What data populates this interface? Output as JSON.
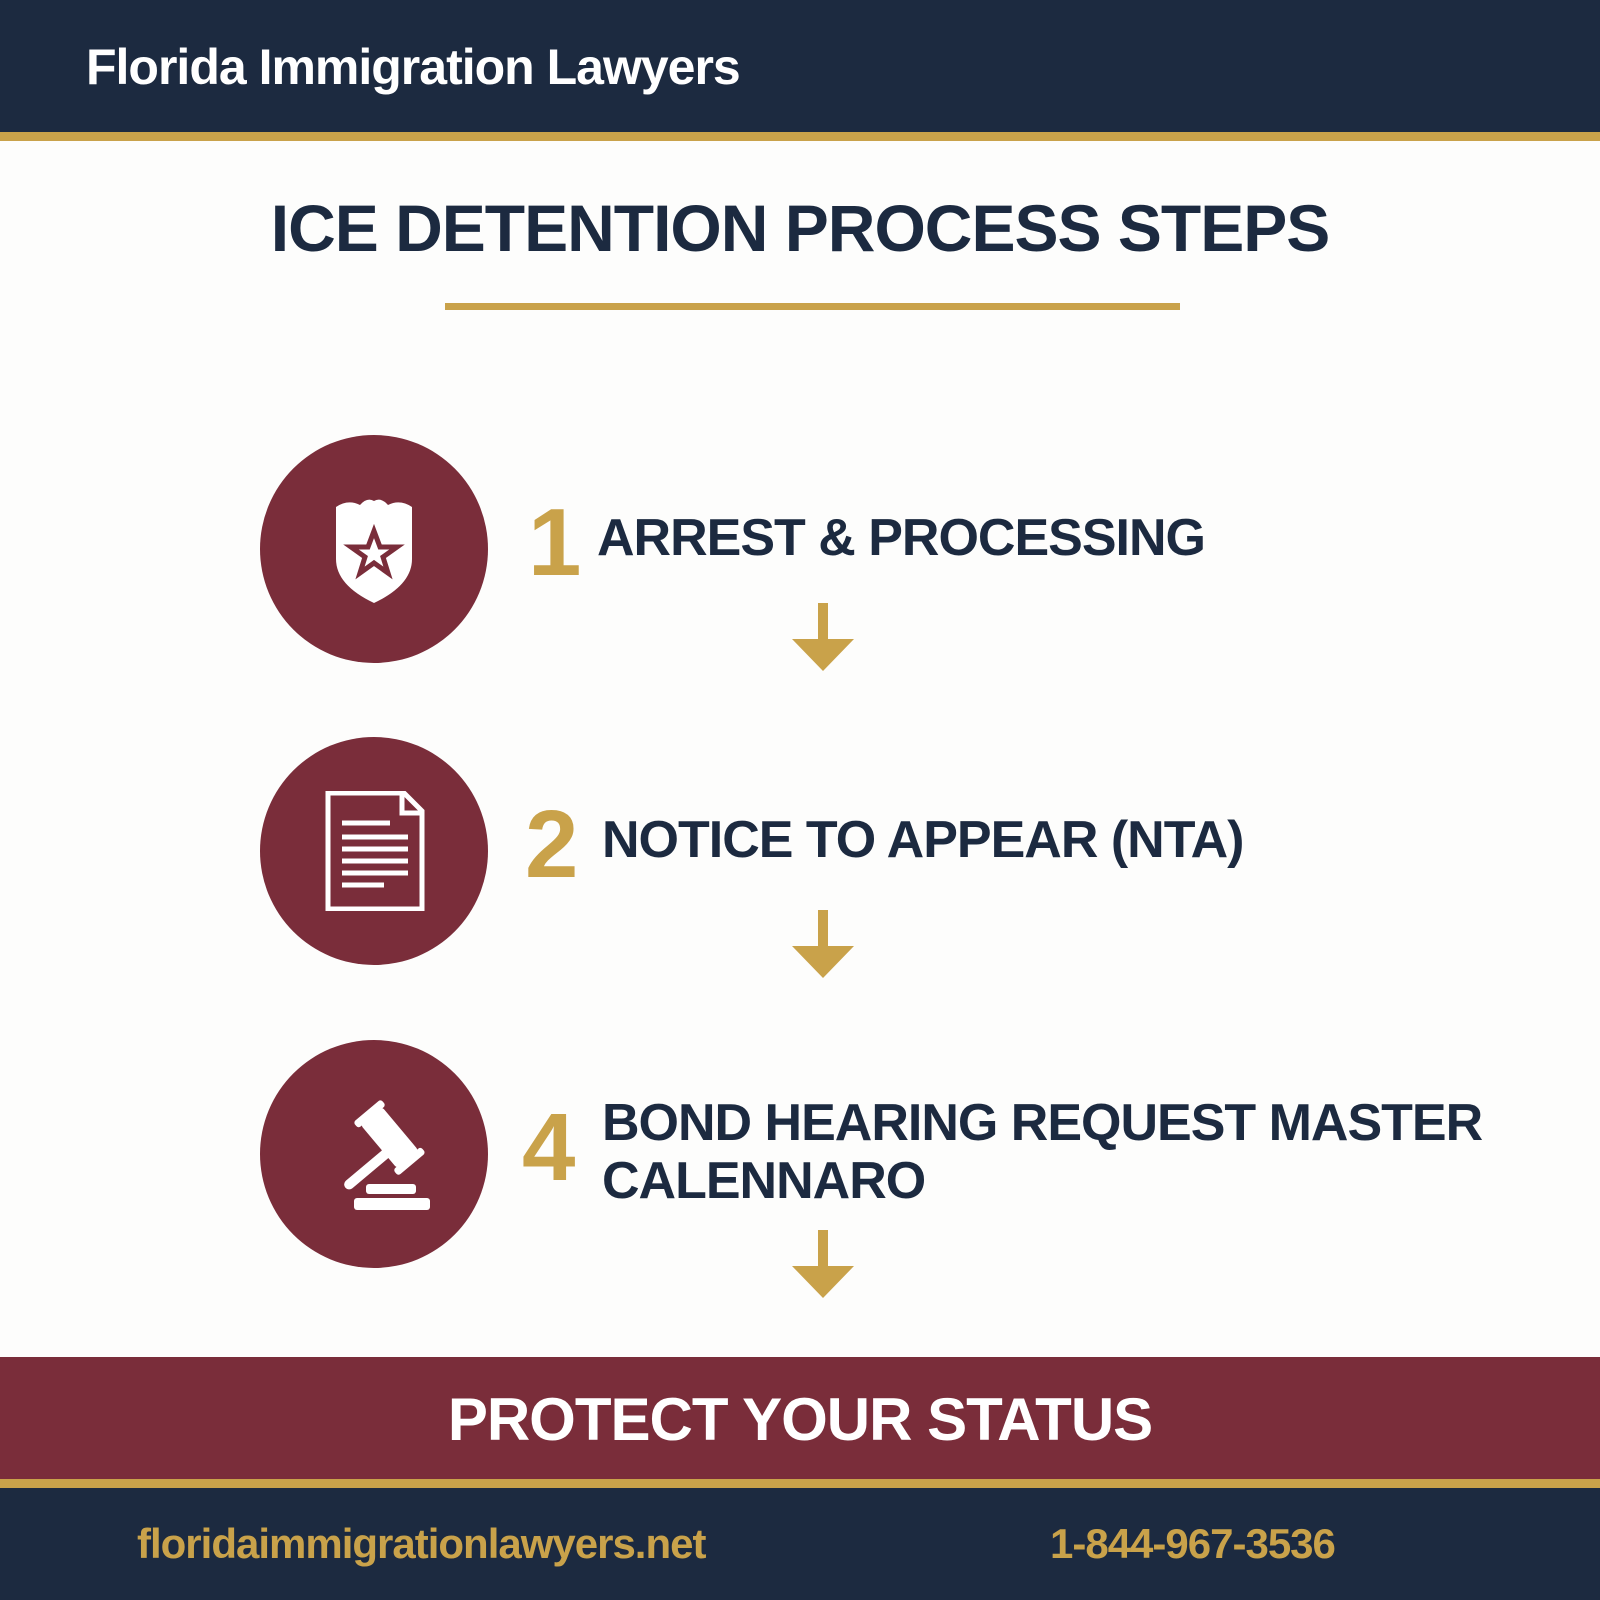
{
  "header": {
    "brand": "Florida Immigration Lawyers"
  },
  "title": "ICE DETENTION PROCESS STEPS",
  "steps": [
    {
      "number": "1",
      "label": "ARREST & PROCESSING",
      "icon": "police-badge-icon"
    },
    {
      "number": "2",
      "label": "NOTICE TO APPEAR (NTA)",
      "icon": "document-icon"
    },
    {
      "number": "4",
      "label": "BOND HEARING REQUEST MASTER CALENNARO",
      "icon": "gavel-icon"
    }
  ],
  "banner": "PROTECT YOUR STATUS",
  "footer": {
    "website": "floridaimmigrationlawyers.net",
    "phone": "1-844-967-3536"
  },
  "colors": {
    "navy": "#1c2a40",
    "gold": "#c9a24a",
    "maroon": "#7a2d3a"
  }
}
